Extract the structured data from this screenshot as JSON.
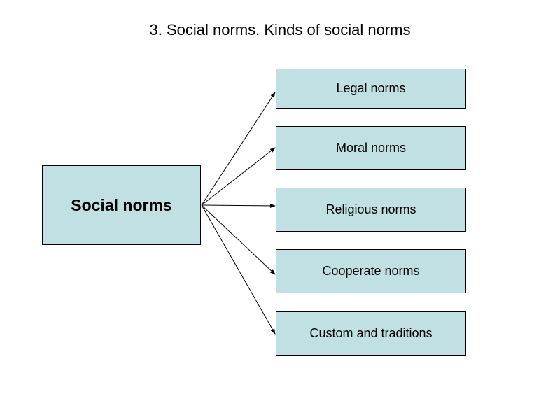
{
  "title": "3. Social norms. Kinds of social norms",
  "source": {
    "label": "Social norms"
  },
  "targets": [
    {
      "label": "Legal norms"
    },
    {
      "label": "Moral norms"
    },
    {
      "label": "Religious norms"
    },
    {
      "label": "Cooperate norms"
    },
    {
      "label": "Custom and traditions"
    }
  ],
  "colors": {
    "box_fill": "#c0e0e4",
    "box_border": "#000000",
    "arrow": "#000000"
  }
}
